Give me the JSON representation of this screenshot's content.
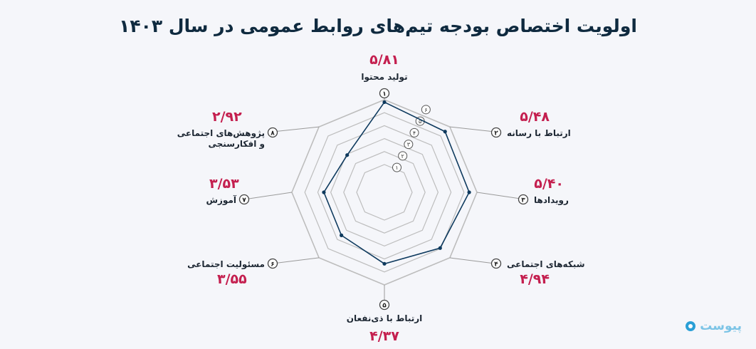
{
  "title": "اولویت اختصاص بودجه تیم‌های روابط عمومی در سال ۱۴۰۳",
  "logo": {
    "text": "پیوست",
    "icon": "pivot-logo-icon"
  },
  "colors": {
    "value": "#c41f4f",
    "series": "#0e3a5e",
    "grid": "#bdbdbd",
    "title": "#0f2a3f"
  },
  "chart_data": {
    "type": "radar",
    "title": "اولویت اختصاص بودجه تیم‌های روابط عمومی در سال ۱۴۰۳",
    "rmax": 6,
    "ring_labels": [
      "۱",
      "۲",
      "۳",
      "۴",
      "۵",
      "۶"
    ],
    "grid": true,
    "categories": [
      {
        "rank": "۱",
        "label": [
          "تولید محتوا"
        ],
        "value": 5.81,
        "value_label": "۵/۸۱"
      },
      {
        "rank": "۲",
        "label": [
          "ارتباط با رسانه"
        ],
        "value": 5.48,
        "value_label": "۵/۴۸"
      },
      {
        "rank": "۳",
        "label": [
          "رویدادها"
        ],
        "value": 5.4,
        "value_label": "۵/۴۰"
      },
      {
        "rank": "۴",
        "label": [
          "شبکه‌های اجتماعی"
        ],
        "value": 4.94,
        "value_label": "۴/۹۴"
      },
      {
        "rank": "۵",
        "label": [
          "ارتباط با ذی‌نفعان"
        ],
        "value": 4.37,
        "value_label": "۴/۳۷"
      },
      {
        "rank": "۶",
        "label": [
          "مسئولیت اجتماعی"
        ],
        "value": 3.55,
        "value_label": "۳/۵۵"
      },
      {
        "rank": "۷",
        "label": [
          "آموزش"
        ],
        "value": 3.53,
        "value_label": "۳/۵۳"
      },
      {
        "rank": "۸",
        "label": [
          "پژوهش‌های اجتماعی",
          "و افکارسنجی"
        ],
        "value": 2.92,
        "value_label": "۲/۹۲"
      }
    ]
  }
}
